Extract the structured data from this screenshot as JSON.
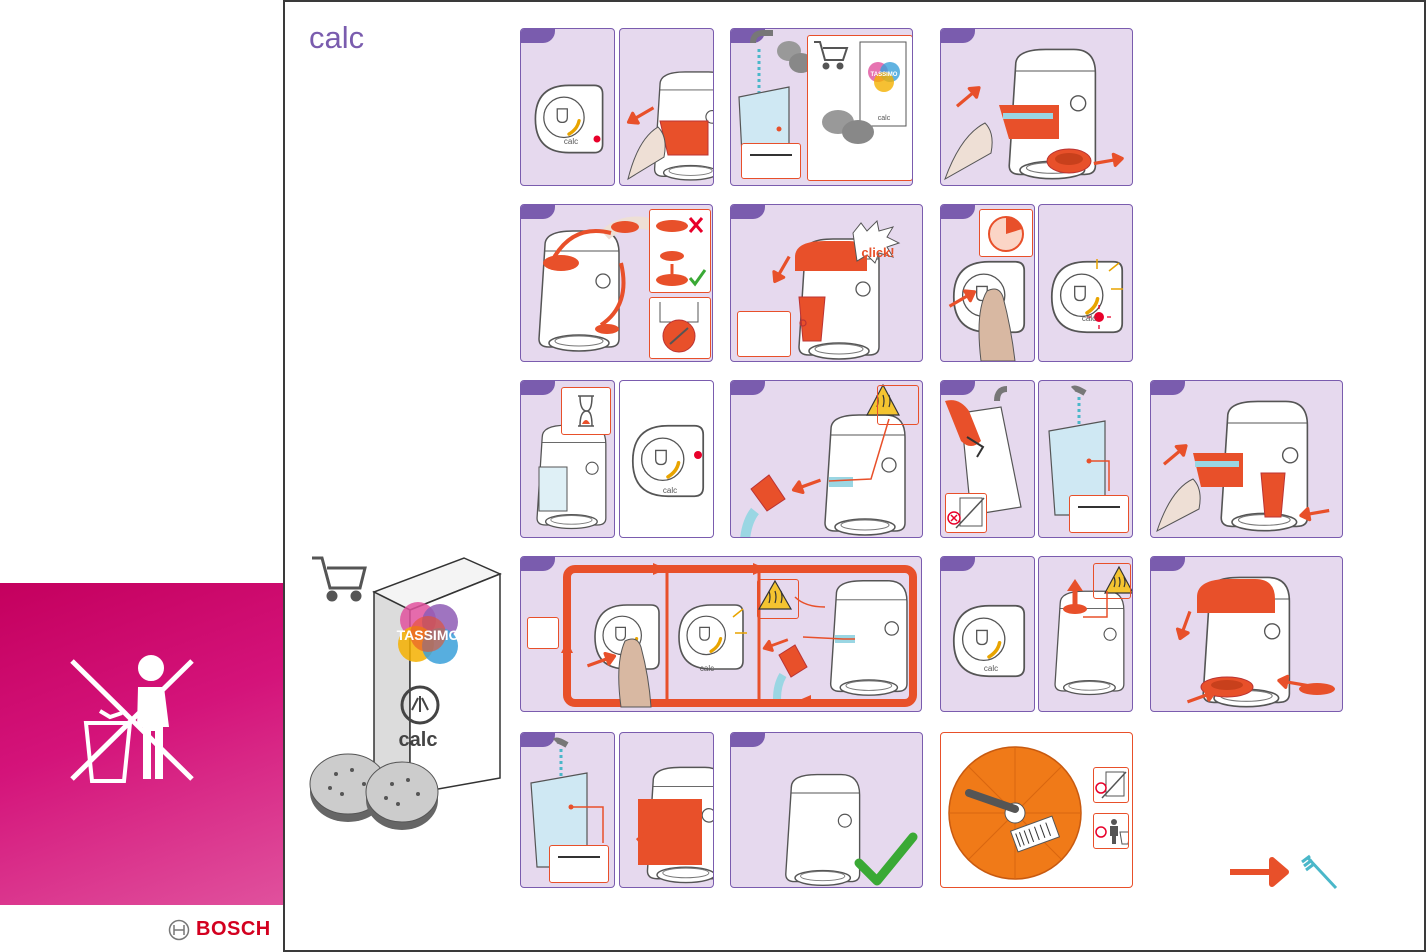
{
  "title": "calc",
  "brand": "BOSCH",
  "step1": {
    "button_text": "calc"
  },
  "step2": {
    "box_brand": "TASSIMO",
    "box_product": "calc"
  },
  "step4": {
    "click_text": "click!"
  },
  "step6": {
    "button_text": "calc"
  },
  "step8": {
    "button_text": "calc"
  },
  "step12": {
    "button_text": "calc"
  },
  "step13": {
    "button_text": "calc"
  },
  "side_box": {
    "brand": "TASSIMO",
    "product": "calc"
  },
  "colors": {
    "purple": "#7a5cae",
    "panel_bg": "#e6d9ee",
    "orange": "#e8502a",
    "magenta": "#c4005e",
    "green": "#3aa935",
    "teal": "#4ab7c9"
  }
}
